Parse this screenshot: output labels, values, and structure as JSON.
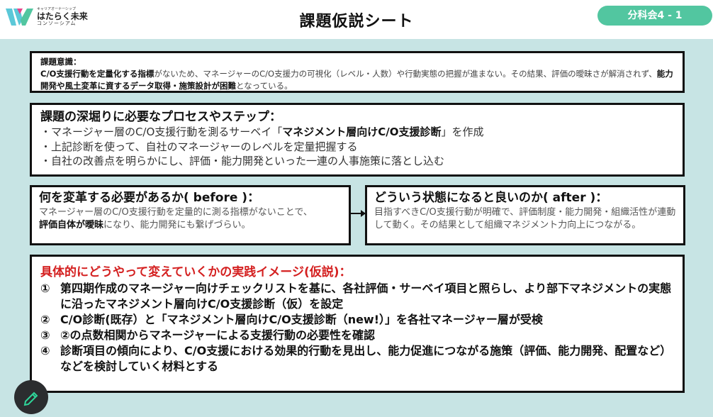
{
  "header": {
    "logo_small": "キャリアオーナーシップ",
    "logo_main": "はたらく未来",
    "logo_sub": "コンソーシアム",
    "title": "課題仮説シート",
    "badge": "分科会4 - 1"
  },
  "issue": {
    "heading": "課題意識：",
    "segments": [
      {
        "text": "C/O支援行動を定量化する指標",
        "bold": true
      },
      {
        "text": "がないため、マネージャーのC/O支援力の可視化（レベル・人数）や行動実態の把握が進まない。その結果、評価の曖昧さが解消されず、",
        "bold": false
      },
      {
        "text": "能力開発や風土変革に資するデータ取得・施策設計が困難",
        "bold": true
      },
      {
        "text": "となっている。",
        "bold": false
      }
    ]
  },
  "process": {
    "heading": "課題の深堀りに必要なプロセスやステップ：",
    "items": [
      {
        "pre": "・マネージャー層のC/O支援行動を測るサーベイ「",
        "bold": "マネジメント層向けC/O支援診断",
        "post": "」を作成"
      },
      {
        "pre": "・上記診断を使って、自社のマネージャーのレベルを定量把握する",
        "bold": "",
        "post": ""
      },
      {
        "pre": "・自社の改善点を明らかにし、評価・能力開発といった一連の人事施策に落とし込む",
        "bold": "",
        "post": ""
      }
    ]
  },
  "before": {
    "heading": "何を変革する必要があるか( before )：",
    "line1": "マネージャー層のC/O支援行動を定量的に測る指標がないことで、",
    "bold": "評価自体が曖昧",
    "rest": "になり、能力開発にも繋げづらい。"
  },
  "after": {
    "heading": "どういう状態になると良いのか( after )：",
    "body": "目指すべきC/O支援行動が明確で、評価制度・能力開発・組織活性が連動して動く。その結果として組織マネジメント力向上につながる。"
  },
  "practice": {
    "heading": "具体的にどうやって変えていくかの実践イメージ(仮説)：",
    "items": [
      {
        "num": "①",
        "text": "第四期作成のマネージャー向けチェックリストを基に、各社評価・サーベイ項目と照らし、より部下マネジメントの実態に沿ったマネジメント層向けC/O支援診断（仮）を設定"
      },
      {
        "num": "②",
        "text": " C/O診断(既存）と「マネジメント層向けC/O支援診断（new!）」を各社マネージャー層が受検"
      },
      {
        "num": "③",
        "text": "②の点数相関からマネージャーによる支援行動の必要性を確認"
      },
      {
        "num": "④",
        "text": "診断項目の傾向により、C/O支援における効果的行動を見出し、能力促進につながる施策（評価、能力開発、配置など）などを検討していく材料とする"
      }
    ]
  },
  "colors": {
    "badge": "#52c6a0",
    "background": "#c7e4e4",
    "heading_red": "#d42020"
  }
}
